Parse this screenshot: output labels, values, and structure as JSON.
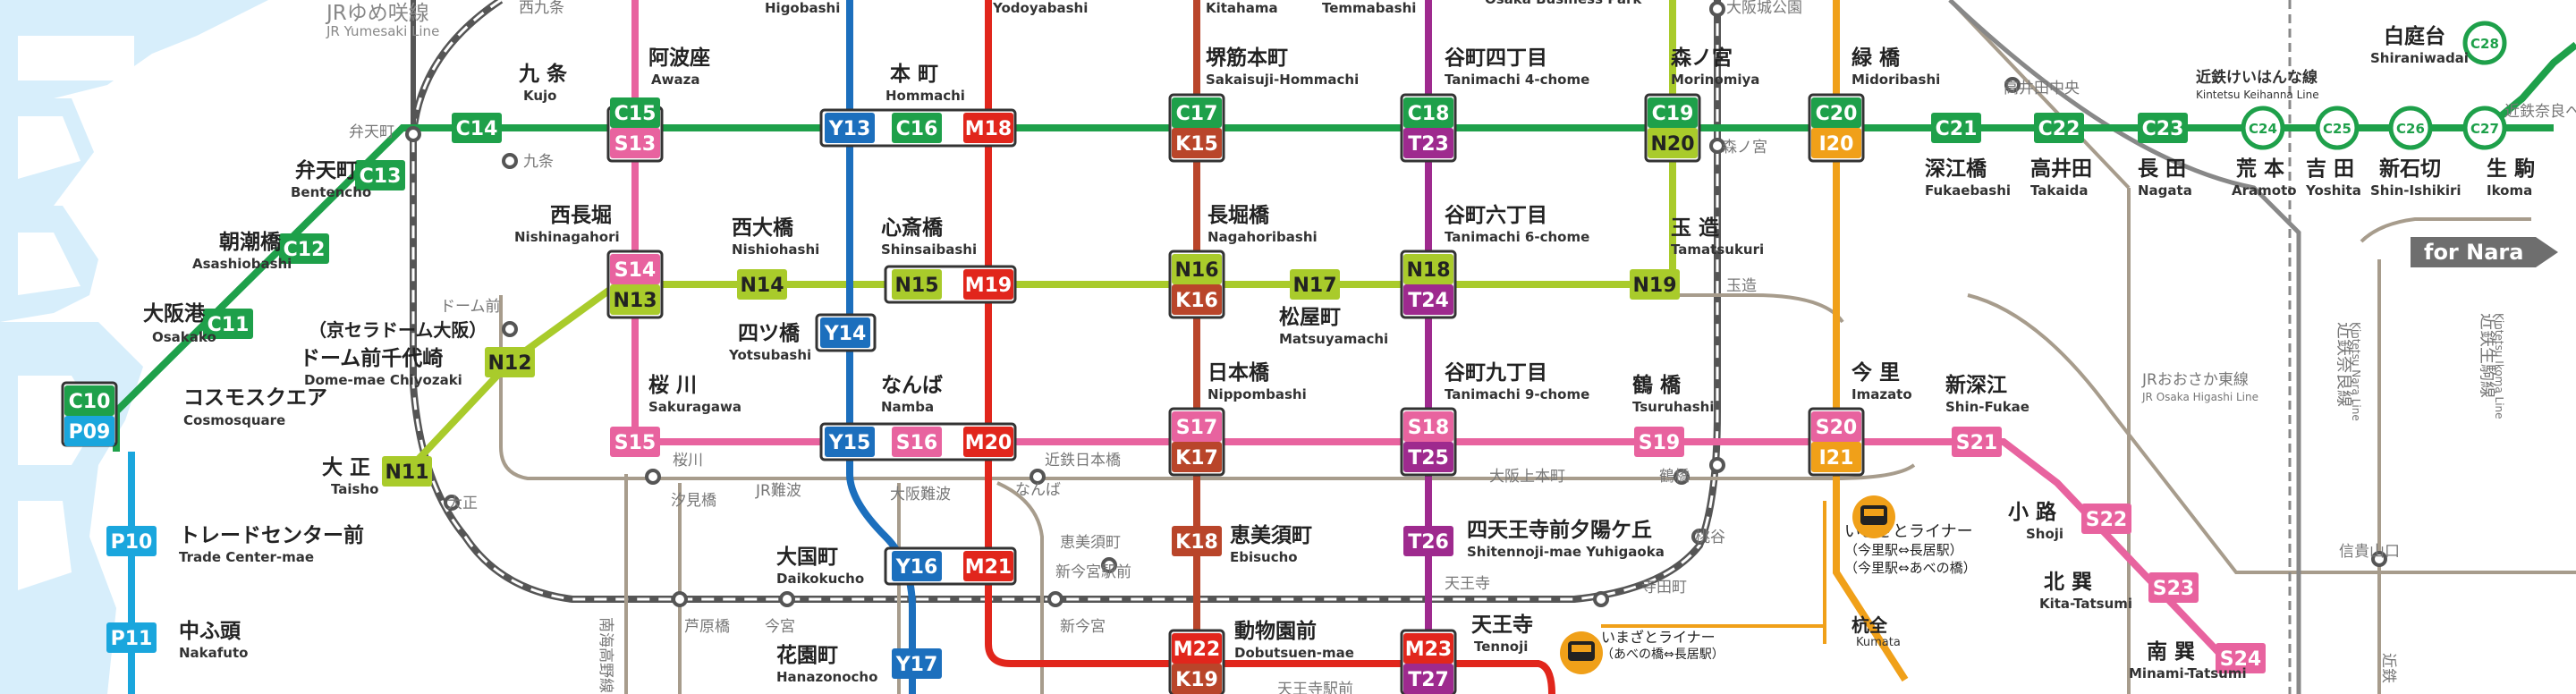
{
  "colors": {
    "C": "#1ea04a",
    "N": "#a9cb2b",
    "S": "#e8639f",
    "Y": "#1c6fbd",
    "M": "#e1261c",
    "K": "#b9452a",
    "T": "#9e2a8e",
    "I": "#f0a019",
    "P": "#1aa6dd",
    "JR": "#6e6e6e",
    "private": "#a79c8c",
    "sea": "#d7eefb"
  },
  "lines": {
    "C": [
      "C10",
      "C11",
      "C12",
      "C13",
      "C14",
      "C15",
      "C16",
      "C17",
      "C18",
      "C19",
      "C20",
      "C21",
      "C22",
      "C23",
      "C24",
      "C25",
      "C26",
      "C27",
      "C28"
    ],
    "N": [
      "N11",
      "N12",
      "N13",
      "N14",
      "N15",
      "N16",
      "N17",
      "N18",
      "N19",
      "N20"
    ],
    "S": [
      "S13",
      "S14",
      "S15",
      "S16",
      "S17",
      "S18",
      "S19",
      "S20",
      "S21",
      "S22",
      "S23",
      "S24"
    ],
    "Y": [
      "Y13",
      "Y14",
      "Y15",
      "Y16",
      "Y17"
    ],
    "M": [
      "M18",
      "M19",
      "M20",
      "M21",
      "M22",
      "M23"
    ],
    "K": [
      "K15",
      "K16",
      "K17",
      "K18",
      "K19"
    ],
    "T": [
      "T23",
      "T24",
      "T25",
      "T26",
      "T27"
    ],
    "I": [
      "I20",
      "I21"
    ],
    "P": [
      "P09",
      "P10",
      "P11"
    ]
  },
  "stations": [
    {
      "id": "cosmosquare",
      "jp": "コスモスクエア",
      "en": "Cosmosquare"
    },
    {
      "id": "osakako",
      "jp": "大阪港",
      "en": "Osakako"
    },
    {
      "id": "asashiobashi",
      "jp": "朝潮橋",
      "en": "Asashiobashi"
    },
    {
      "id": "bentencho",
      "jp": "弁天町",
      "en": "Bentencho"
    },
    {
      "id": "kujo",
      "jp": "九 条",
      "en": "Kujo"
    },
    {
      "id": "awaza",
      "jp": "阿波座",
      "en": "Awaza"
    },
    {
      "id": "higobashi",
      "jp": "",
      "en": "Higobashi"
    },
    {
      "id": "hommachi",
      "jp": "本 町",
      "en": "Hommachi"
    },
    {
      "id": "yodoyabashi",
      "jp": "",
      "en": "Yodoyabashi"
    },
    {
      "id": "kitahama",
      "jp": "",
      "en": "Kitahama"
    },
    {
      "id": "temmabashi",
      "jp": "",
      "en": "Temmabashi"
    },
    {
      "id": "osakabusinesspark",
      "jp": "",
      "en": "Osaka Business Park"
    },
    {
      "id": "sakaisuji-hommachi",
      "jp": "堺筋本町",
      "en": "Sakaisuji-Hommachi"
    },
    {
      "id": "tanimachi4",
      "jp": "谷町四丁目",
      "en": "Tanimachi 4-chome"
    },
    {
      "id": "morinomiya",
      "jp": "森ノ宮",
      "en": "Morinomiya"
    },
    {
      "id": "midoribashi",
      "jp": "緑 橋",
      "en": "Midoribashi"
    },
    {
      "id": "fukaebashi",
      "jp": "深江橋",
      "en": "Fukaebashi"
    },
    {
      "id": "takaida",
      "jp": "高井田",
      "en": "Takaida"
    },
    {
      "id": "nagata",
      "jp": "長 田",
      "en": "Nagata"
    },
    {
      "id": "aramoto",
      "jp": "荒 本",
      "en": "Aramoto"
    },
    {
      "id": "yoshita",
      "jp": "吉 田",
      "en": "Yoshita"
    },
    {
      "id": "shin-ishikiri",
      "jp": "新石切",
      "en": "Shin-Ishikiri"
    },
    {
      "id": "ikoma",
      "jp": "生 駒",
      "en": "Ikoma"
    },
    {
      "id": "shiraniwadai",
      "jp": "白庭台",
      "en": "Shiraniwadai"
    },
    {
      "id": "dome-mae",
      "jp": "ドーム前千代崎",
      "en": "Dome-mae Chiyozaki"
    },
    {
      "id": "nishinagahori",
      "jp": "西長堀",
      "en": "Nishinagahori"
    },
    {
      "id": "nishiohashi",
      "jp": "西大橋",
      "en": "Nishiohashi"
    },
    {
      "id": "shinsaibashi",
      "jp": "心斎橋",
      "en": "Shinsaibashi"
    },
    {
      "id": "nagahoribashi",
      "jp": "長堀橋",
      "en": "Nagahoribashi"
    },
    {
      "id": "matsuyamachi",
      "jp": "松屋町",
      "en": "Matsuyamachi"
    },
    {
      "id": "tanimachi6",
      "jp": "谷町六丁目",
      "en": "Tanimachi 6-chome"
    },
    {
      "id": "tamatsukuri",
      "jp": "玉 造",
      "en": "Tamatsukuri"
    },
    {
      "id": "yotsubashi",
      "jp": "四ツ橋",
      "en": "Yotsubashi"
    },
    {
      "id": "sakuragawa",
      "jp": "桜 川",
      "en": "Sakuragawa"
    },
    {
      "id": "namba",
      "jp": "なんば",
      "en": "Namba"
    },
    {
      "id": "nippombashi",
      "jp": "日本橋",
      "en": "Nippombashi"
    },
    {
      "id": "tanimachi9",
      "jp": "谷町九丁目",
      "en": "Tanimachi 9-chome"
    },
    {
      "id": "tsuruhashi",
      "jp": "鶴 橋",
      "en": "Tsuruhashi"
    },
    {
      "id": "imazato",
      "jp": "今 里",
      "en": "Imazato"
    },
    {
      "id": "shin-fukae",
      "jp": "新深江",
      "en": "Shin-Fukae"
    },
    {
      "id": "taisho",
      "jp": "大 正",
      "en": "Taisho"
    },
    {
      "id": "tradecenter",
      "jp": "トレードセンター前",
      "en": "Trade Center-mae"
    },
    {
      "id": "nakafuto",
      "jp": "中ふ頭",
      "en": "Nakafuto"
    },
    {
      "id": "daikokucho",
      "jp": "大国町",
      "en": "Daikokucho"
    },
    {
      "id": "hanazonocho",
      "jp": "花園町",
      "en": "Hanazonocho"
    },
    {
      "id": "ebisucho",
      "jp": "恵美須町",
      "en": "Ebisucho"
    },
    {
      "id": "dobutsuen",
      "jp": "動物園前",
      "en": "Dobutsuen-mae"
    },
    {
      "id": "tennoji",
      "jp": "天王寺",
      "en": "Tennoji"
    },
    {
      "id": "shitennoji",
      "jp": "四天王寺前夕陽ケ丘",
      "en": "Shitennoji-mae Yuhigaoka"
    },
    {
      "id": "shoji",
      "jp": "小 路",
      "en": "Shoji"
    },
    {
      "id": "kita-tatsumi",
      "jp": "北 巽",
      "en": "Kita-Tatsumi"
    },
    {
      "id": "minami-tatsumi",
      "jp": "南 巽",
      "en": "Minami-Tatsumi"
    }
  ],
  "other_labels": {
    "jr_yumesaki_jp": "JRゆめ咲線",
    "jr_yumesaki_en": "JR Yumesaki Line",
    "nishikujo": "西九条",
    "bentencho_jr": "弁天町",
    "kujo_jr": "九条",
    "kyocera_dome": "（京セラドーム大阪）",
    "dome_mae_jr": "ドーム前",
    "taisho_jr": "大正",
    "shiomibashi": "汐見橋",
    "jr_namba": "JR難波",
    "osaka_namba": "大阪難波",
    "namba_p": "なんば",
    "kintetsu_nippombashi": "近鉄日本橋",
    "osaka_uehommachi": "大阪上本町",
    "tsuruhashi_jr": "鶴橋",
    "momodani": "桃谷",
    "teradacho": "寺田町",
    "tennoji_jr": "天王寺",
    "ebisucho_p": "恵美須町",
    "shin_imamiya_mae": "新今宮駅前",
    "shin_imamiya": "新今宮",
    "imamiya": "今宮",
    "ashiharabashi": "芦原橋",
    "sakuragawa_p": "桜川",
    "tennojiekimae": "天王寺駅前",
    "nankai_koya": "南海高野線",
    "morinomiya_jr": "森ノ宮",
    "tamatsukuri_jr": "玉造",
    "osakajokoen": "大阪城公園",
    "takaida_chuo": "高井田中央",
    "keihanna_jp": "近鉄けいはんな線",
    "keihanna_en": "Kintetsu Keihanna Line",
    "kintetsu_nara_dir": "近鉄奈良へ",
    "for_nara": "for Nara",
    "jr_higashi_jp": "JRおおさか東線",
    "jr_higashi_en": "JR Osaka Higashi Line",
    "kintetsu_nara_jp": "近鉄奈良線",
    "kintetsu_nara_en": "Kintetsu Nara Line",
    "kintetsu_ikoma_jp": "近鉄生駒線",
    "kintetsu_ikoma_en": "Kintetsu Ikoma Line",
    "shigisanguchi": "信貴山口",
    "kintetsu_v": "近鉄",
    "imazato_liner_1": "いまざとライナー",
    "imazato_liner_2": "（今里駅⇔長居駅）",
    "imazato_liner_3": "（今里駅⇔あべの橋）",
    "imazato_liner_4": "いまざとライナー",
    "imazato_liner_5": "（あべの橋⇔長居駅）",
    "kuwazu_jp": "杭全",
    "kuwazu_en": "Kumata"
  }
}
